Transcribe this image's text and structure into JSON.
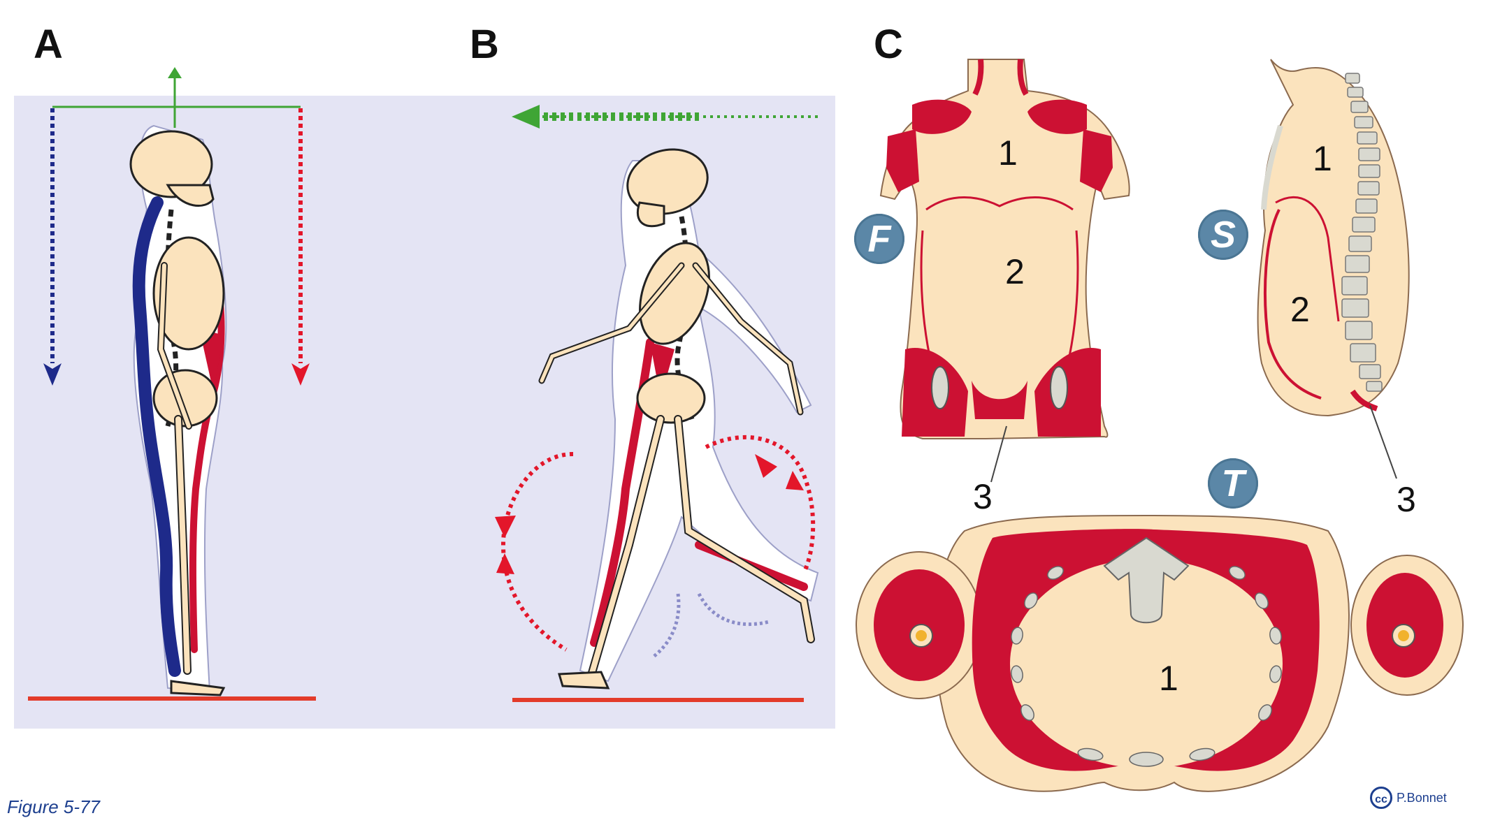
{
  "panels": {
    "a": "A",
    "b": "B",
    "c": "C"
  },
  "views": {
    "frontal": "F",
    "sagittal": "S",
    "transverse": "T"
  },
  "labels": {
    "frontal_1": "1",
    "frontal_2": "2",
    "frontal_3": "3",
    "sagittal_1": "1",
    "sagittal_2": "2",
    "sagittal_3": "3",
    "transverse_1": "1"
  },
  "caption": "Figure 5-77",
  "credit": "P.Bonnet",
  "cc_symbol": "cc",
  "colors": {
    "background_panel": "#e4e4f4",
    "muscle": "#cc1133",
    "skin": "#fbe3bd",
    "bone": "#d9d9d0",
    "arrow_green": "#3fa535",
    "arrow_blue": "#1e2a8a",
    "arrow_red": "#e3162a",
    "ground": "#e33b2a",
    "badge": "#5b87a7"
  }
}
